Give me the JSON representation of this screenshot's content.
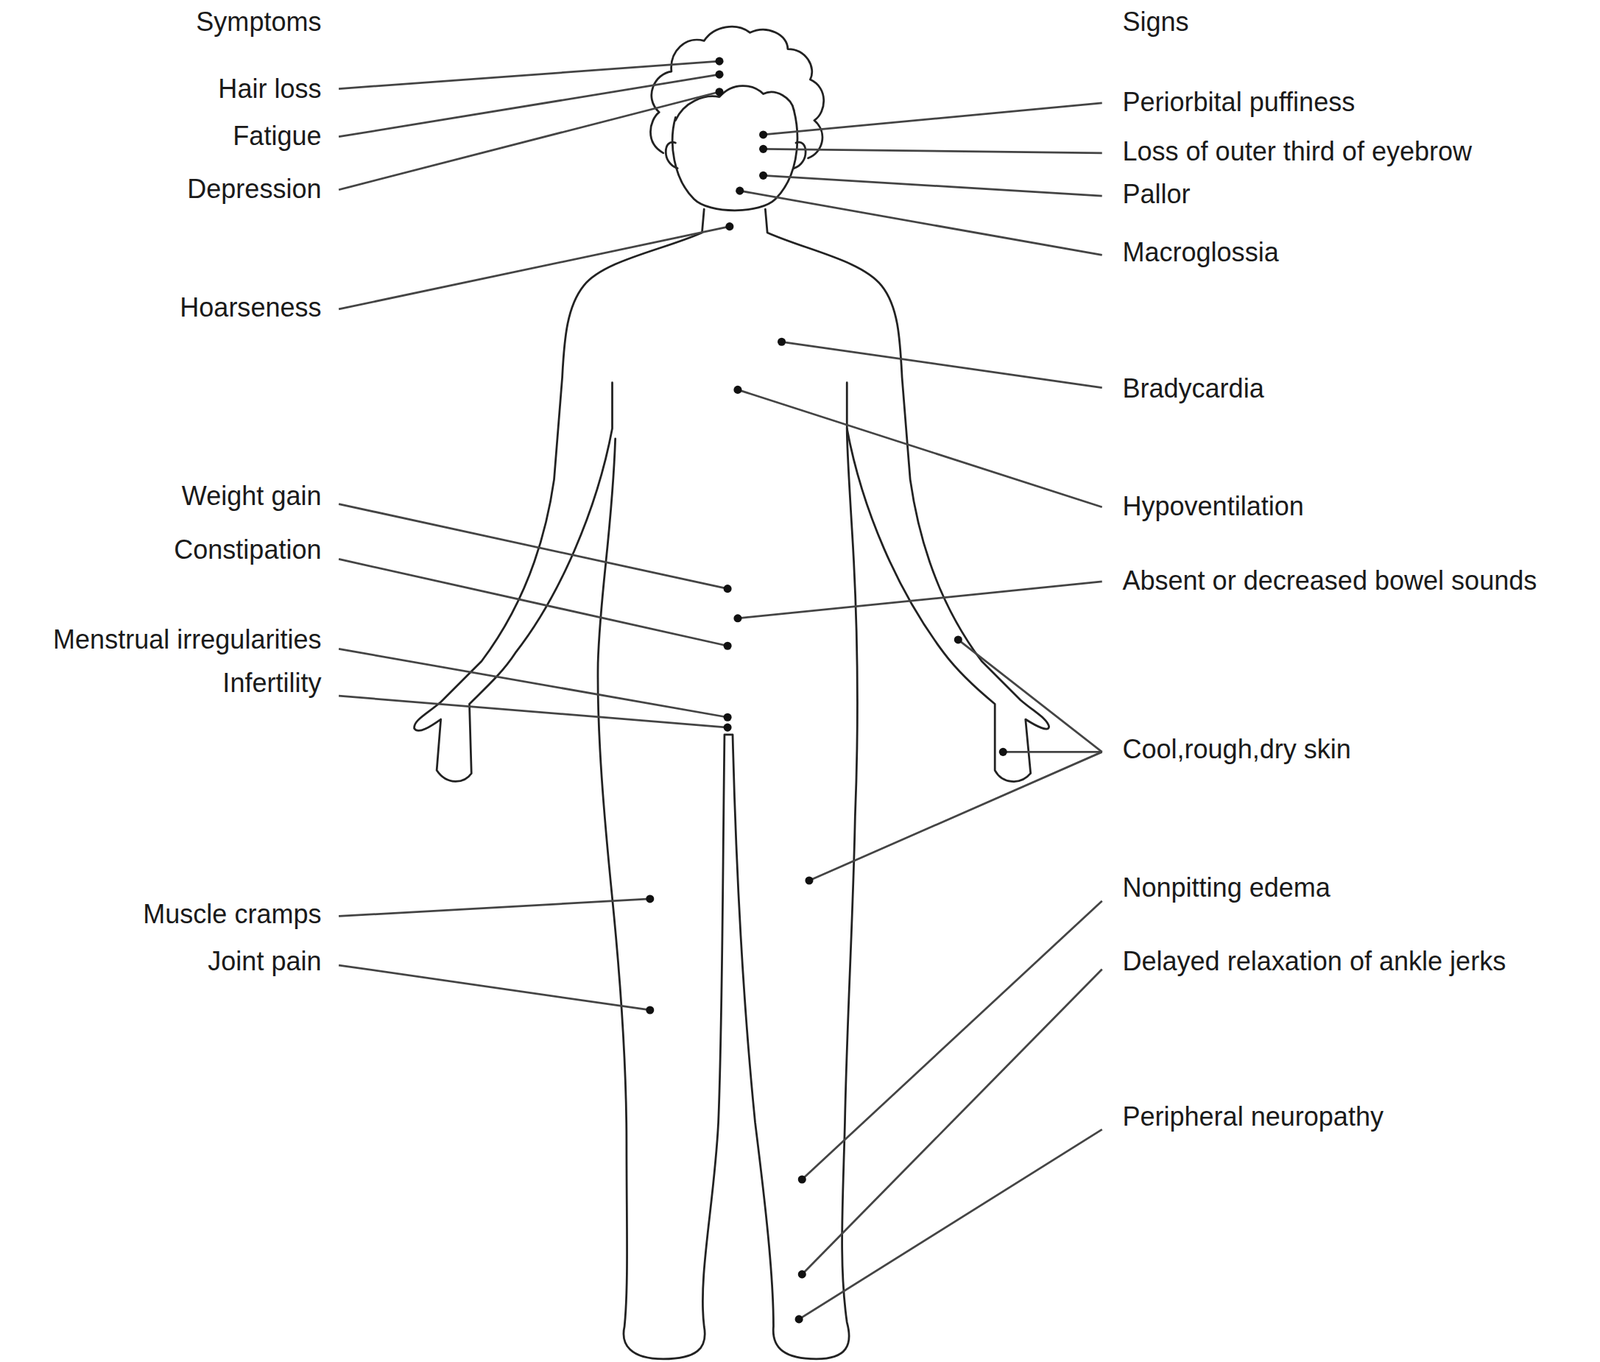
{
  "diagram": {
    "labels": [
      "Symptoms",
      "Signs",
      "Hair loss",
      "Fatigue",
      "Depression",
      "Hoarseness",
      "Weight gain",
      "Constipation",
      "Menstrual irregularities",
      "Infertility",
      "Muscle cramps",
      "Joint pain",
      "Periorbital puffiness",
      "Loss of outer third of eyebrow",
      "Pallor",
      "Macroglossia",
      "Bradycardia",
      "Hypoventilation",
      "Absent or decreased bowel sounds",
      "Cool,rough,dry skin",
      "Nonpitting edema",
      "Delayed relaxation of ankle jerks",
      "Peripheral neuropathy"
    ]
  }
}
